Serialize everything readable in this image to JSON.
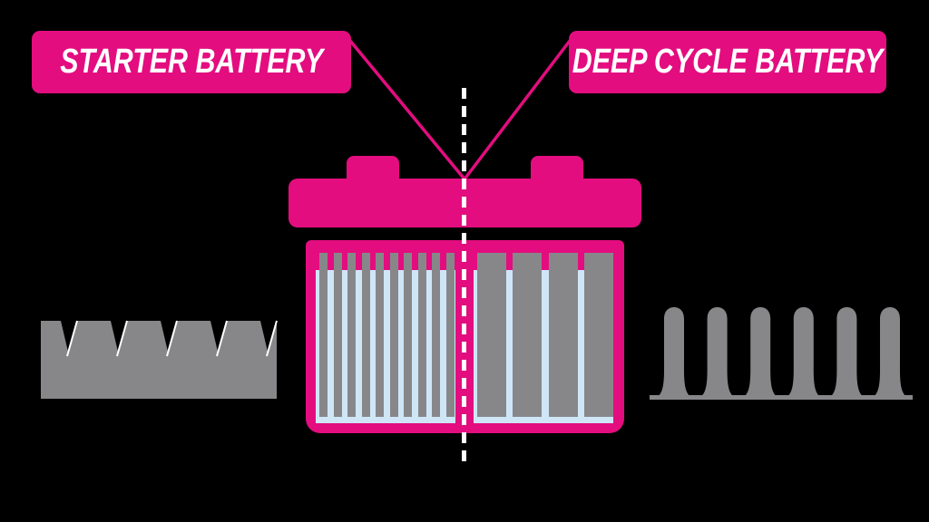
{
  "diagram": {
    "type": "battery-comparison-infographic",
    "background": "#000000",
    "colors": {
      "magenta": "#E30D7F",
      "gray": "#87878A",
      "electrolyte_blue": "#CFE6F7",
      "white": "#FFFFFF"
    },
    "callouts": {
      "left": "STARTER BATTERY",
      "right": "DEEP CYCLE BATTERY"
    },
    "battery": {
      "left_cell_plate_count": 10,
      "right_cell_plate_count": 4
    },
    "waveforms": {
      "starter_notch_count": 5,
      "deep_cycle_peak_count": 6
    }
  }
}
